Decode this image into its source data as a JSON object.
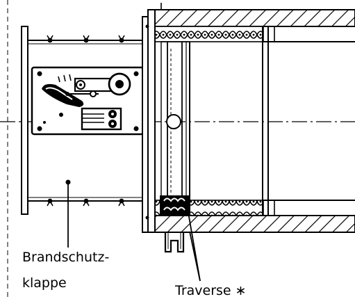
{
  "labels": {
    "brandschutz_line1": "Brandschutz-",
    "brandschutz_line2": "klappe",
    "traverse": "Traverse ∗"
  }
}
